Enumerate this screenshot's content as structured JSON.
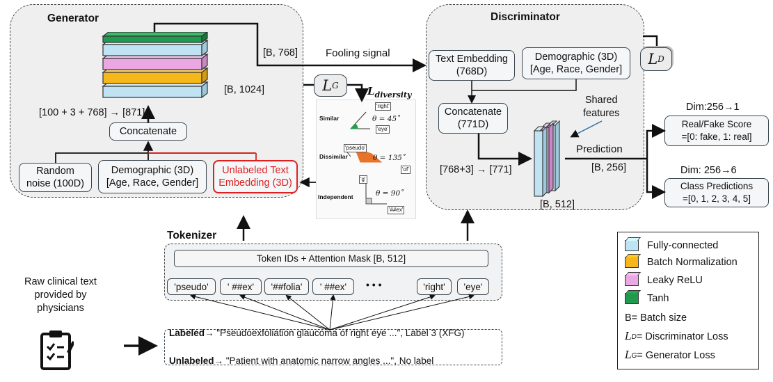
{
  "generator": {
    "title": "Generator",
    "random_noise": "Random\nnoise (100D)",
    "demographic": "Demographic (3D)\n[Age, Race, Gender]",
    "unlabeled_text": "Unlabeled Text\nEmbedding (3D)",
    "concatenate": "Concatenate",
    "dim_concat": "[100 + 3 + 768] → [871]",
    "dim_1024": "[B, 1024]",
    "dim_768": "[B, 768]"
  },
  "fooling_signal": "Fooling signal",
  "loss_g": "L",
  "loss_g_sub": "G",
  "loss_d": "L",
  "loss_d_sub": "D",
  "diversity": {
    "title": "L",
    "title_sub": "diversity",
    "similar": "Similar",
    "dissimilar": "Dissimilar",
    "independent": "Independent",
    "sim_theta": "θ = 45˚",
    "dis_theta": "θ = 135˚",
    "ind_theta": "θ = 90˚",
    "tag_right": "'right'",
    "tag_eye": "'eye'",
    "tag_pseudo": "'pseudo'",
    "tag_of": "'of'",
    "tag_g": "'g'",
    "tag_ex": "'##ex'"
  },
  "discriminator": {
    "title": "Discriminator",
    "text_embedding": "Text Embedding\n(768D)",
    "demographic": "Demographic (3D)\n[Age, Race, Gender]",
    "concatenate": "Concatenate\n(771D)",
    "shared_features": "Shared\nfeatures",
    "dim_771": "[768+3] → [771]",
    "dim_512": "[B, 512]",
    "prediction": "Prediction",
    "dim_256": "[B, 256]"
  },
  "outputs": {
    "dim_1": "Dim:256→1",
    "real_fake": "Real/Fake Score\n=[0: fake, 1: real]",
    "dim_6": "Dim: 256→6",
    "class_pred": "Class Predictions\n=[0, 1, 2, 3, 4, 5]"
  },
  "tokenizer": {
    "title": "Tokenizer",
    "ids_mask": "Token IDs + Attention Mask [B, 512]",
    "tokens": [
      "'pseudo'",
      "' ##ex'",
      "'##folia'",
      "' ##ex'",
      "'right'",
      "'eye'"
    ],
    "ellipsis": "•   •   •"
  },
  "raw_text": "Raw clinical text\nprovided by\nphysicians",
  "examples": {
    "labeled_key": "Labeled→",
    "labeled_text": " \"Pseudoexfoliation glaucoma of right eye ...\", Label 3 (XFG)",
    "unlabeled_key": "Unlabeled→",
    "unlabeled_text": " \"Patient with anatomic narrow angles ...\", No label"
  },
  "legend": {
    "fully_connected": "Fully-connected",
    "batch_norm": "Batch Normalization",
    "leaky_relu": "Leaky ReLU",
    "tanh": "Tanh",
    "batch_size": "B= Batch size",
    "disc_loss_sym": "L",
    "disc_loss_sub": "D",
    "disc_loss_text": "= Discriminator Loss",
    "gen_loss_sym": "L",
    "gen_loss_sub": "G",
    "gen_loss_text": "= Generator Loss"
  },
  "colors": {
    "fully_connected": "#bfe3f2",
    "batch_norm": "#f5b71a",
    "leaky_relu": "#e9a7e3",
    "tanh": "#1f9a4f",
    "unlabeled_border": "#e02020"
  }
}
